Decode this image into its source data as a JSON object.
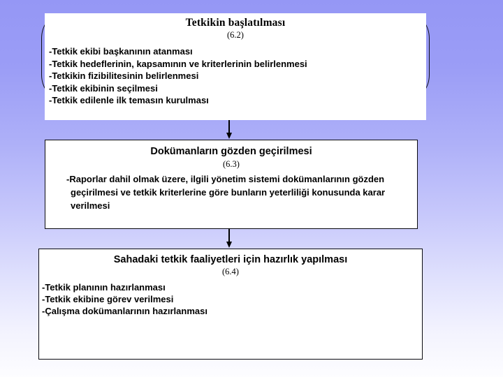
{
  "slide": {
    "background_top_color": "#9597f5",
    "background_bottom_color": "#fdfdff",
    "box_fill_color": "#ffffff",
    "border_color": "#0a0a10",
    "text_color": "#000000"
  },
  "boxes": [
    {
      "id": "box-1",
      "title": "Tetkikin başlatılması",
      "section": "(6.2)",
      "lines": [
        "-Tetkik ekibi başkanının atanması",
        "-Tetkik hedeflerinin, kapsamının ve kriterlerinin belirlenmesi",
        "-Tetkikin fizibilitesinin belirlenmesi",
        "-Tetkik ekibinin seçilmesi",
        "-Tetkik edilenle ilk temasın kurulması"
      ]
    },
    {
      "id": "box-2",
      "title": "Dokümanların gözden geçirilmesi",
      "section": "(6.3)",
      "paragraph": "-Raporlar dahil olmak üzere, ilgili yönetim sistemi dokümanlarının gözden geçirilmesi ve tetkik kriterlerine göre bunların yeterliliği konusunda karar verilmesi"
    },
    {
      "id": "box-3",
      "title": "Sahadaki tetkik faaliyetleri için hazırlık yapılması",
      "section": "(6.4)",
      "lines": [
        "-Tetkik planının hazırlanması",
        "-Tetkik ekibine görev verilmesi",
        "-Çalışma dokümanlarının hazırlanması"
      ]
    }
  ],
  "connectors": [
    {
      "id": "arrow-1",
      "direction": "down"
    },
    {
      "id": "arrow-2",
      "direction": "down"
    }
  ]
}
